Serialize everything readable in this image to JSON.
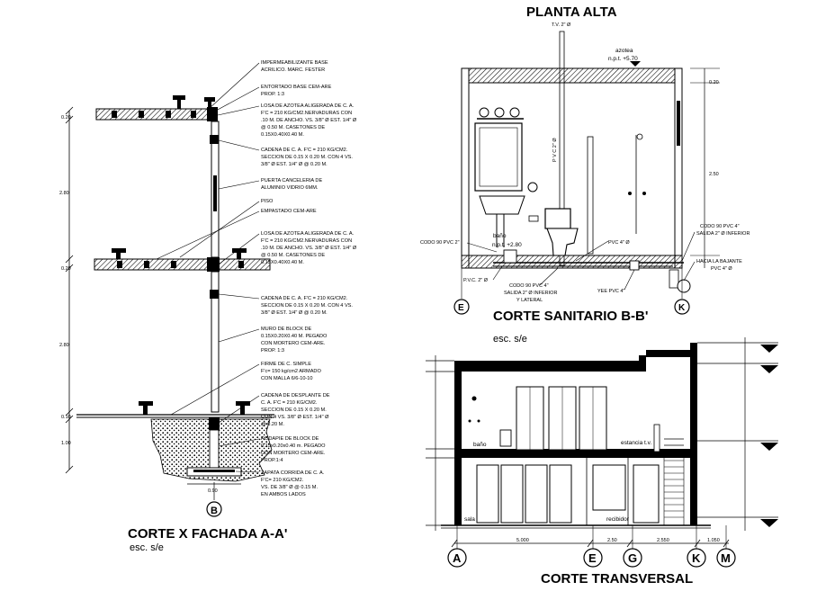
{
  "titles": {
    "planta_alta": "PLANTA ALTA",
    "corte_fachada": "CORTE X FACHADA A-A'",
    "corte_fachada_scale": "esc. s/e",
    "corte_sanitario": "CORTE SANITARIO B-B'",
    "corte_sanitario_scale": "esc. s/e",
    "corte_transversal": "CORTE TRANSVERSAL"
  },
  "fachada": {
    "notes": [
      [
        "IMPERMEABILIZANTE BASE",
        "ACRILICO. MARC. FESTER"
      ],
      [
        "ENTORTADO BASE CEM-ARE",
        "PROP. 1:3"
      ],
      [
        "LOSA DE AZOTEA ALIGERADA DE C. A.",
        "F'C = 210 KG/CM2.NERVADURAS CON",
        ".10 M. DE ANCHO. VS. 3/8\" Ø EST. 1/4\" Ø",
        "@ 0.50 M. CASETONES DE",
        "0.15X0.40X0.40 M."
      ],
      [
        "CADENA DE C. A. F'C = 210 KG/CM2.",
        "SECCION DE 0.15 X 0.20 M. CON 4 VS.",
        "3/8\" Ø EST. 1/4\" Ø @ 0.20 M."
      ],
      [
        "PUERTA CANCELERIA DE",
        "ALUMINIO VIDRIO 6MM."
      ],
      [
        "PISO"
      ],
      [
        "EMPASTADO CEM-ARE"
      ],
      [
        "LOSA DE AZOTEA ALIGERADA DE C. A.",
        "F'C = 210 KG/CM2.NERVADURAS CON",
        ".10 M. DE ANCHO. VS. 3/8\" Ø EST. 1/4\" Ø",
        "@ 0.50 M. CASETONES DE",
        "0.15X0.40X0.40 M."
      ],
      [
        "CADENA DE C. A. F'C = 210 KG/CM2.",
        "SECCION DE 0.15 X 0.20 M. CON 4 VS.",
        "3/8\" Ø EST. 1/4\" Ø @ 0.20 M."
      ],
      [
        "MURO DE BLOCK DE",
        "0.15X0.20X0.40 M. PEGADO",
        "CON MORTERO CEM-ARE.",
        "PROP. 1:3"
      ],
      [
        "FIRME DE C. SIMPLE",
        "F'c= 150 kg/cm2 ARMADO",
        "CON MALLA 6/6-10-10"
      ],
      [
        "CADENA DE DESPLANTE DE",
        "C. A. F'C = 210 KG/CM2.",
        "SECCION DE 0.15 X 0.20 M.",
        "CON 4 VS. 3/8\" Ø EST. 1/4\" Ø",
        "@ 0.20 M."
      ],
      [
        "RODAPIE DE BLOCK DE",
        "0.15x0.20x0.40 m. PEGADO",
        "CON MORTERO CEM-ARE.",
        "PROP.1:4"
      ],
      [
        "ZAPATA CORRIDA DE C. A.",
        "F'C= 210 KG/CM2.",
        "VS. DE 3/8\" Ø @ 0.15 M.",
        "EN AMBOS LADOS"
      ]
    ],
    "dims": [
      "0.20",
      "2.80",
      "0.20",
      "2.80",
      "0.10",
      "1.00",
      "0.90"
    ],
    "axis": "B"
  },
  "sanitario": {
    "labels": {
      "tv": "T.V. 2\" Ø",
      "azotea": "azotea",
      "npt_top": "n.p.t. +5.70",
      "pvc_vertical": "P V C  2\" Ø",
      "bano": "baño",
      "npt_bano": "n.p.t. +2.80",
      "codo_left": "CODO 90 PVC 2\"",
      "pvc_4": "PVC 4\" Ø",
      "pvc_2": "P.V.C. 2\" Ø",
      "codo_4_bottom": [
        "CODO 90 PVC 4\"",
        "SALIDA 2\" Ø INFERIOR",
        "Y LATERAL"
      ],
      "yee": "YEE PVC 4\"",
      "codo_right": [
        "CODO 90 PVC 4\"",
        "SALIDA 2\" Ø INFERIOR"
      ],
      "bajante": [
        "HACIA LA BAJANTE",
        "PVC 4\" Ø"
      ]
    },
    "dims": [
      "0.20",
      "2.50"
    ],
    "axis_left": "E",
    "axis_right": "K"
  },
  "transversal": {
    "rooms": {
      "bano": "baño",
      "estancia": "estancia t.v.",
      "sala": "sala",
      "recibidor": "recibidor"
    },
    "bottom_dims": [
      "5.000",
      "2.50",
      "2.550",
      "1.050"
    ],
    "axes": [
      "A",
      "E",
      "G",
      "K",
      "M"
    ]
  }
}
